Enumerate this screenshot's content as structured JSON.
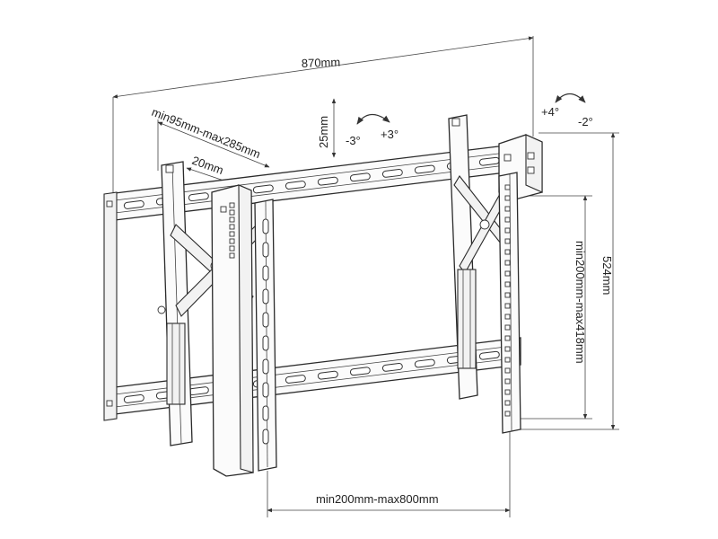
{
  "dimensions": {
    "overall_width": "870mm",
    "side_offset": "min95mm-max285mm",
    "depth": "20mm",
    "vertical_shift": "25mm",
    "tilt_left_neg": "-3°",
    "tilt_left_pos": "+3°",
    "tilt_right_pos": "+4°",
    "tilt_right_neg": "-2°",
    "vertical_adjust": "min200mm-max418mm",
    "overall_height": "524mm",
    "horizontal_adjust": "min200mm-max800mm"
  }
}
